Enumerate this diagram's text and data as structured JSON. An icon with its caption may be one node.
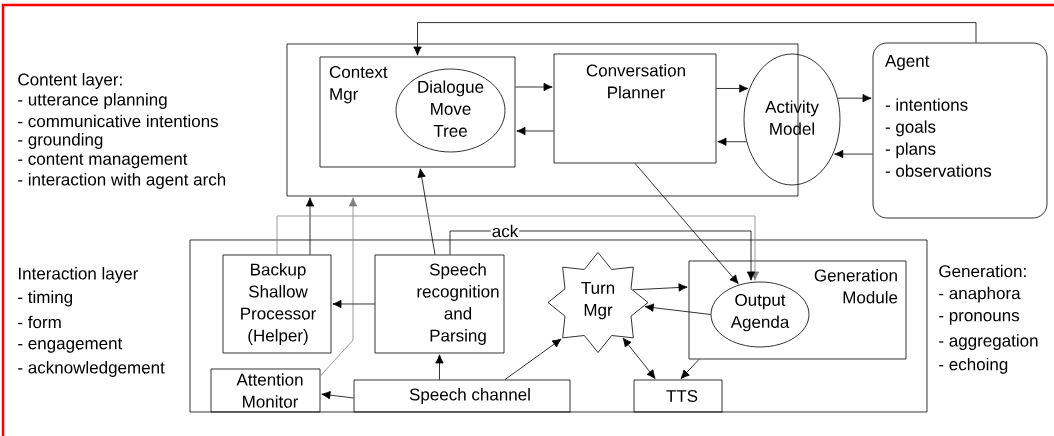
{
  "diagram": {
    "nodes": [
      {
        "text": [],
        "shape": "box"
      },
      {
        "text": [
          "Context Mgr"
        ],
        "in": 0
      },
      {
        "text": [
          "Dialogue Move Tree"
        ],
        "in": 1
      },
      {
        "text": [
          "Conversation Planner"
        ],
        "in": 0
      },
      {
        "text": [
          "Activity Model"
        ]
      },
      {
        "text": [
          "Agent",
          "- intentions",
          "- goals",
          "- plans",
          "- observations"
        ]
      },
      {
        "text": [],
        "shape": "box"
      },
      {
        "text": [
          "Backup Shallow Processor (Helper)"
        ],
        "in": 6
      },
      {
        "text": [
          "Speech recognition and Parsing"
        ],
        "in": 6
      },
      {
        "text": [
          "Turn Mgr"
        ],
        "in": 6
      },
      {
        "text": [
          "Generation Module"
        ],
        "in": 6
      },
      {
        "text": [
          "Output Agenda"
        ],
        "in": 10
      },
      {
        "text": [
          "Attention Monitor"
        ],
        "in": 6
      },
      {
        "text": [
          "Speech channel"
        ],
        "in": 6
      },
      {
        "text": [
          "TTS"
        ],
        "in": 6
      }
    ],
    "edges": [
      {
        "from": 5,
        "to": 1,
        "arrow": "to"
      },
      {
        "from": 1,
        "to": 3,
        "arrow": "to"
      },
      {
        "from": 3,
        "to": 1,
        "arrow": "to"
      },
      {
        "from": 3,
        "to": 4,
        "arrow": "to"
      },
      {
        "from": 4,
        "to": 3,
        "arrow": "to"
      },
      {
        "from": 4,
        "to": 5,
        "arrow": "to"
      },
      {
        "from": 5,
        "to": 4,
        "arrow": "to"
      },
      {
        "from": 3,
        "to": 11,
        "arrow": "to"
      },
      {
        "from": 7,
        "to": 0,
        "arrow": "to"
      },
      {
        "from": 12,
        "to": 0,
        "arrow": "to",
        "color": "#808080"
      },
      {
        "from": 8,
        "to": 1,
        "arrow": "to"
      },
      {
        "from": 8,
        "to": 7,
        "arrow": "to"
      },
      {
        "from": 13,
        "to": 8,
        "arrow": "to"
      },
      {
        "from": 13,
        "to": 12,
        "arrow": "to"
      },
      {
        "from": 13,
        "to": 9,
        "arrow": "to"
      },
      {
        "from": 9,
        "to": 10,
        "arrow": "to"
      },
      {
        "from": 11,
        "to": 9,
        "arrow": "to"
      },
      {
        "from": 9,
        "to": 14,
        "arrow": "both"
      },
      {
        "from": 10,
        "to": 14,
        "arrow": "to"
      },
      {
        "from": 7,
        "to": 11,
        "arrow": "to",
        "color": "#808080"
      },
      {
        "from": 8,
        "to": 11,
        "arrow": "to",
        "label": "ack"
      }
    ],
    "labels": [
      "Content layer:",
      "- utterance planning",
      "- communicative intentions",
      "- grounding",
      "- content management",
      "- interaction with agent arch",
      "Interaction layer",
      "- timing",
      "- form",
      "- engagement",
      "- acknowledgement",
      "Generation:",
      "- anaphora",
      "- pronouns",
      "- aggregation",
      "- echoing"
    ]
  }
}
